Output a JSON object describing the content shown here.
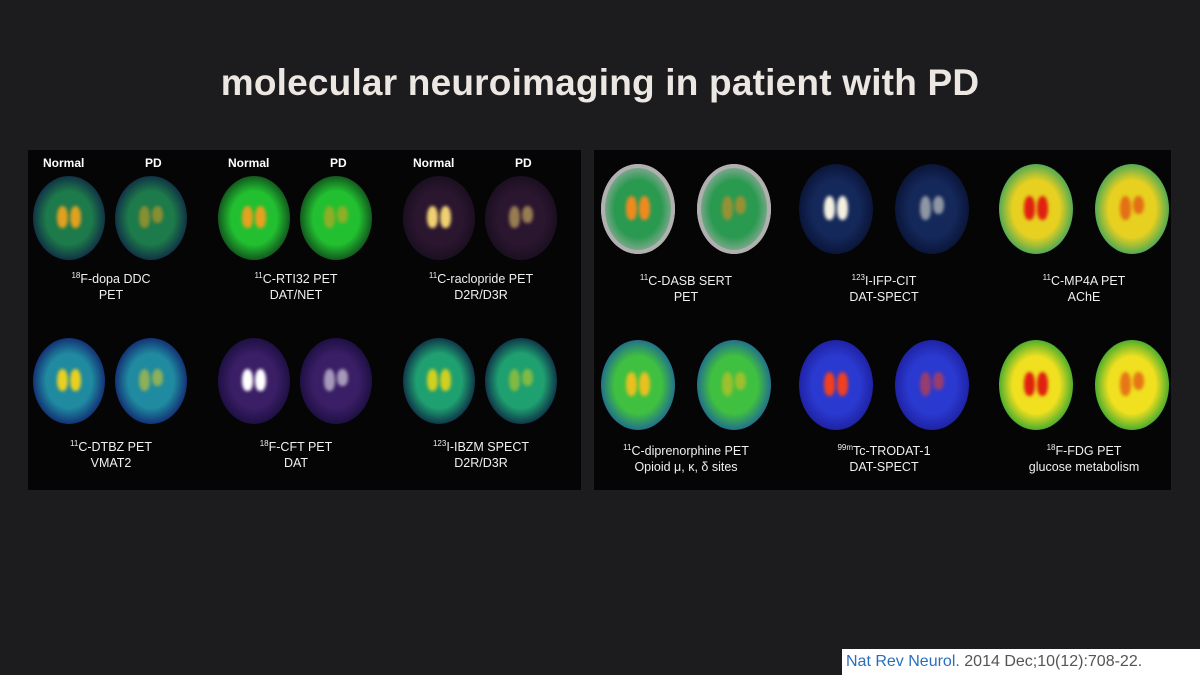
{
  "slide": {
    "title": "molecular neuroimaging in patient with PD"
  },
  "headers": {
    "normal": "Normal",
    "pd": "PD"
  },
  "left_panel": [
    {
      "sup": "18",
      "line1": "F-dopa DDC",
      "line2": "PET",
      "colors": {
        "bg": "#0d1f45",
        "mid": "#1d7a4a",
        "hot": "#e0a020"
      }
    },
    {
      "sup": "11",
      "line1": "C-RTI32 PET",
      "line2": "DAT/NET",
      "colors": {
        "bg": "#0e3d1a",
        "mid": "#22c030",
        "hot": "#e8a020"
      }
    },
    {
      "sup": "11",
      "line1": "C-raclopride PET",
      "line2": "D2R/D3R",
      "colors": {
        "bg": "#170d1c",
        "mid": "#2b1630",
        "hot": "#f0d070"
      }
    },
    {
      "sup": "11",
      "line1": "C-DTBZ PET",
      "line2": "VMAT2",
      "colors": {
        "bg": "#101a6a",
        "mid": "#1f8aa0",
        "hot": "#e8d020"
      }
    },
    {
      "sup": "18",
      "line1": "F-CFT PET",
      "line2": "DAT",
      "colors": {
        "bg": "#170c3a",
        "mid": "#3a1e66",
        "hot": "#ffffff"
      }
    },
    {
      "sup": "123",
      "line1": "I-IBZM SPECT",
      "line2": "D2R/D3R",
      "colors": {
        "bg": "#0a1a40",
        "mid": "#1fa070",
        "hot": "#d0d020"
      }
    }
  ],
  "right_panel": [
    {
      "sup": "11",
      "line1": "C-DASB SERT",
      "line2": "PET",
      "colors": {
        "bg": "#b0b0b0",
        "mid": "#2a9a50",
        "hot": "#f08a20"
      }
    },
    {
      "sup": "123",
      "line1": "I-IFP-CIT",
      "line2": "DAT-SPECT",
      "colors": {
        "bg": "#081030",
        "mid": "#14285a",
        "hot": "#f4f0e0"
      }
    },
    {
      "sup": "11",
      "line1": "C-MP4A PET",
      "line2": "AChE",
      "colors": {
        "bg": "#2aa060",
        "mid": "#e8d020",
        "hot": "#e02010"
      }
    },
    {
      "sup": "11",
      "line1": "C-diprenorphine PET",
      "line2": "Opioid μ, κ, δ sites",
      "colors": {
        "bg": "#1a5aa0",
        "mid": "#40c040",
        "hot": "#e8c020"
      }
    },
    {
      "sup": "99m",
      "line1": "Tc-TRODAT-1",
      "line2": "DAT-SPECT",
      "colors": {
        "bg": "#1c1c9a",
        "mid": "#2a3ad0",
        "hot": "#f04020"
      }
    },
    {
      "sup": "18",
      "line1": "F-FDG PET",
      "line2": "glucose metabolism",
      "colors": {
        "bg": "#20a030",
        "mid": "#f0e020",
        "hot": "#e02010"
      }
    }
  ],
  "citation": {
    "journal": "Nat Rev Neurol.",
    "reference": " 2014 Dec;10(12):708-22."
  }
}
